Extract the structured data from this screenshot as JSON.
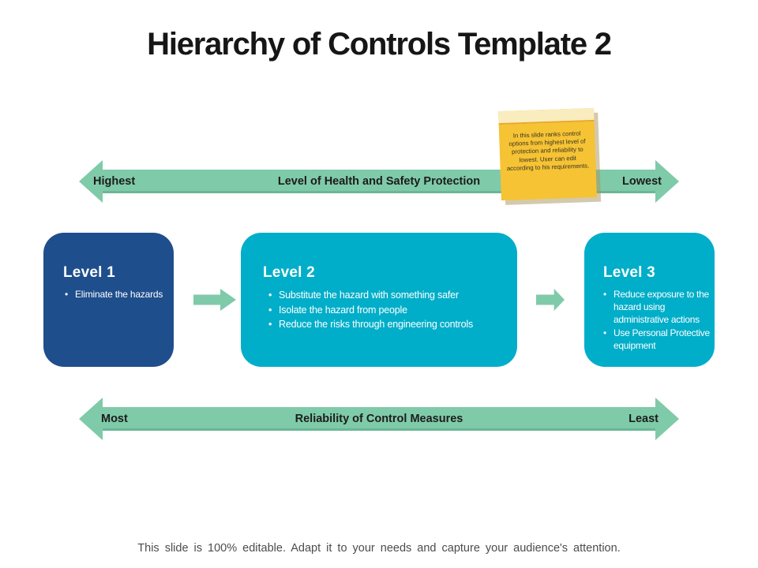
{
  "slide": {
    "title": "Hierarchy of Controls Template 2",
    "footer": "This slide is 100% editable. Adapt it to your needs and capture your audience's attention."
  },
  "top_arrow": {
    "left_label": "Highest",
    "center_label": "Level of Health and Safety Protection",
    "right_label": "Lowest"
  },
  "bottom_arrow": {
    "left_label": "Most",
    "center_label": "Reliability of Control Measures",
    "right_label": "Least"
  },
  "sticky_note": {
    "text": "In this slide ranks control options from highest level of protection and reliability to lowest. User can edit according to his requirements."
  },
  "levels": [
    {
      "title": "Level 1",
      "bullets": [
        "Eliminate the hazards"
      ]
    },
    {
      "title": "Level 2",
      "bullets": [
        "Substitute the hazard with something safer",
        "Isolate the hazard from people",
        "Reduce the risks through engineering controls"
      ]
    },
    {
      "title": "Level 3",
      "bullets": [
        "Reduce exposure to the hazard using administrative actions",
        "Use Personal Protective equipment"
      ]
    }
  ],
  "colors": {
    "level1_bg": "#1F4E8C",
    "level2_bg": "#00AEC9",
    "arrow_green": "#7FCAA9",
    "arrow_green_dark": "#69B795",
    "note_yellow": "#F5C334",
    "note_flap": "#F9ECBE",
    "note_flap_edge": "#E9A92A",
    "title_color": "#161616",
    "label_color": "#1C1C1C",
    "footer_color": "#4C4C4C"
  }
}
